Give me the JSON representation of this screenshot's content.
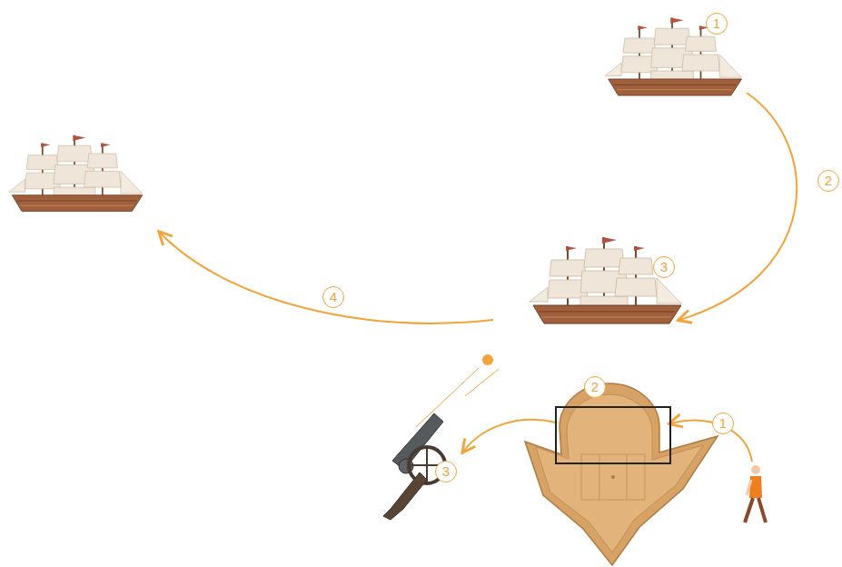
{
  "diagram": {
    "labels": [
      "1",
      "2",
      "3",
      "4",
      "2",
      "1",
      "3"
    ]
  }
}
